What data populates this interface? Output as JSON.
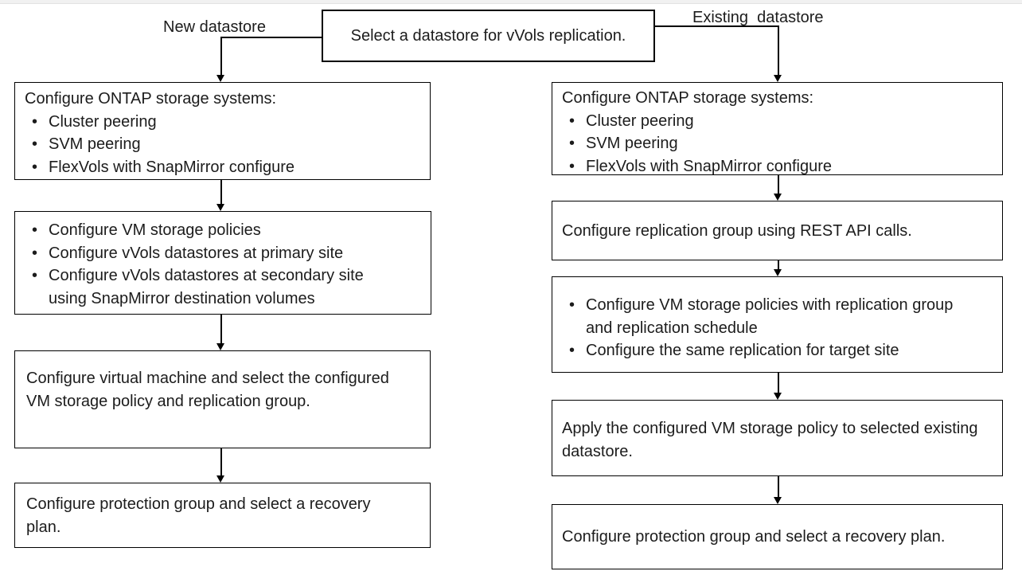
{
  "diagram": {
    "bullet_char": "•",
    "root": {
      "text": "Select a datastore for vVols replication."
    },
    "branch_labels": {
      "left": "New datastore",
      "right": "Existing  datastore"
    },
    "left_column": [
      {
        "title": "Configure ONTAP storage systems:",
        "bullets": [
          "Cluster peering",
          "SVM peering",
          "FlexVols with SnapMirror configure"
        ]
      },
      {
        "bullets": [
          "Configure VM storage policies",
          "Configure vVols datastores at primary site",
          "Configure vVols datastores at secondary site using SnapMirror destination volumes"
        ]
      },
      {
        "text": "Configure virtual machine and select the configured VM storage policy and replication group."
      },
      {
        "text": "Configure protection group and select a recovery plan."
      }
    ],
    "right_column": [
      {
        "title": "Configure ONTAP storage systems:",
        "bullets": [
          "Cluster peering",
          "SVM peering",
          "FlexVols with SnapMirror configure"
        ]
      },
      {
        "text": "Configure replication group using REST API calls."
      },
      {
        "bullets": [
          "Configure VM storage policies with replication group and replication schedule",
          "Configure the same replication for target site"
        ]
      },
      {
        "text": "Apply the configured VM storage policy to selected existing datastore."
      },
      {
        "text": "Configure protection group and select a recovery plan."
      }
    ],
    "colors": {
      "border": "#000000",
      "text": "#1c1c1c",
      "background": "#ffffff",
      "top_strip": "#f1f1f1"
    }
  }
}
